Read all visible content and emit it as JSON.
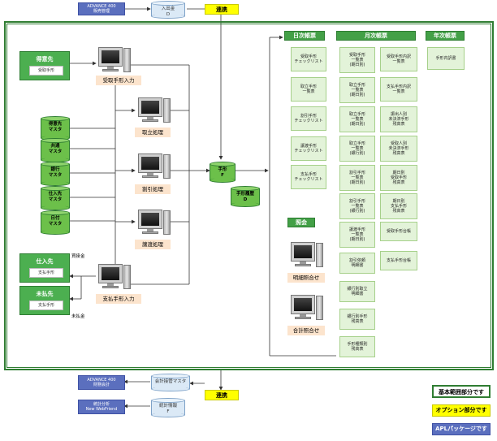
{
  "top": {
    "advance_sales": "ADVANCE 400\n販売管理",
    "nyushukkin": "入出金\nD",
    "renkei": "連携"
  },
  "bottom": {
    "advance_fin": "ADVANCE 400\n財務会計",
    "kaikei_master": "会計接管マスタ",
    "tokei_bunseki": "統計分析\nNew WebFriend",
    "tokei_joho": "統計情報\nF",
    "renkei": "連携"
  },
  "sources": {
    "tokuisaki": {
      "title": "得意先",
      "doc": "受取手形"
    },
    "shiiresaki": {
      "title": "仕入先",
      "doc": "支払手形"
    },
    "miharaisaki": {
      "title": "未払先",
      "doc": "支払手形"
    },
    "kaikakekin": "買掛金",
    "miharaikin": "未払金"
  },
  "masters": [
    "得意先\nマスタ",
    "共通\nマスタ",
    "銀行\nマスタ",
    "仕入先\nマスタ",
    "日付\nマスタ"
  ],
  "processes": {
    "uketori": "受取手形入力",
    "toritate": "取立処理",
    "waribiki": "割引処理",
    "joto": "譲渡処理",
    "shiharai": "支払手形入力"
  },
  "central": {
    "tegata": "手形\nF",
    "rireki": "手形履歴\nD"
  },
  "headers": {
    "daily": "日次帳票",
    "monthly": "月次帳票",
    "yearly": "年次帳票",
    "inquiry": "照会"
  },
  "daily_docs": [
    "受取手形\nチェックリスト",
    "取立手形\n一覧表",
    "割引手形\nチェックリスト",
    "譲渡手形\nチェックリスト",
    "支払手形\nチェックリスト"
  ],
  "monthly_col1": [
    "受取手形\n一覧表\n(期日別)",
    "取立手形\n一覧表\n(期日別)",
    "取立手形\n一覧表\n(期日別)",
    "取立手形\n一覧表\n(銀行別)",
    "割引手形\n一覧表\n(期日別)",
    "割引手形\n一覧表\n(銀行別)",
    "譲渡手形\n一覧表\n(期日別)",
    "割引依頼\n明細書",
    "銀行別取立\n明細書",
    "銀行別手形\n残高表",
    "手形種類別\n残高表"
  ],
  "monthly_col2": [
    "受取手形内訳\n一覧表",
    "支払手形内訳\n一覧表",
    "振出人別\n未決済手形\n残高表",
    "受取人別\n未決済手形\n残高表",
    "期日別\n受取手形\n残高表",
    "期日別\n支払手形\n残高表",
    "受取手形台帳",
    "支払手形台帳"
  ],
  "yearly_docs": [
    "手形内訳書"
  ],
  "inquiry": {
    "meisai": "明細照合せ",
    "gokei": "合計照合せ"
  },
  "legend": {
    "basic": "基本範囲部分です",
    "option": "オプション部分です",
    "apl": "APLパッケージです"
  },
  "colors": {
    "green": "#43a047",
    "yellow": "#ffff00",
    "blue": "#5b6fbe",
    "peach": "#fce4cd"
  }
}
